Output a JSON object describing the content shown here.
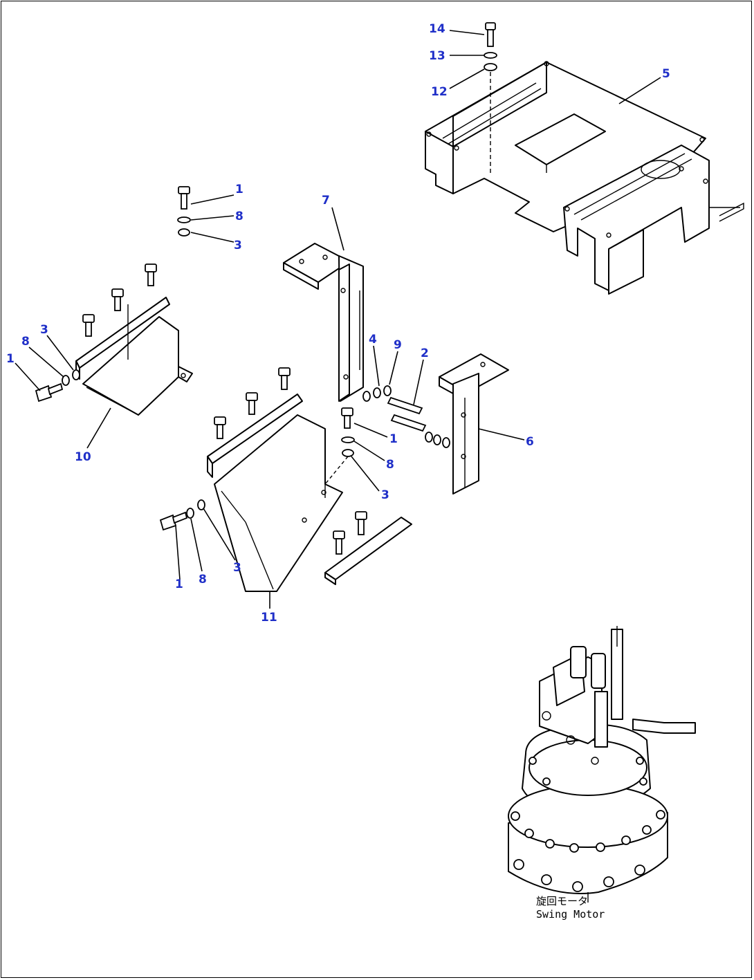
{
  "diagram": {
    "callout_color": "#1f2fc8",
    "callouts": [
      {
        "id": "c14",
        "label": "14"
      },
      {
        "id": "c13",
        "label": "13"
      },
      {
        "id": "c12",
        "label": "12"
      },
      {
        "id": "c5",
        "label": "5"
      },
      {
        "id": "c1a",
        "label": "1"
      },
      {
        "id": "c8a",
        "label": "8"
      },
      {
        "id": "c3a",
        "label": "3"
      },
      {
        "id": "c7",
        "label": "7"
      },
      {
        "id": "c8b",
        "label": "8"
      },
      {
        "id": "c3b",
        "label": "3"
      },
      {
        "id": "c1b",
        "label": "1"
      },
      {
        "id": "c10",
        "label": "10"
      },
      {
        "id": "c4",
        "label": "4"
      },
      {
        "id": "c9",
        "label": "9"
      },
      {
        "id": "c2",
        "label": "2"
      },
      {
        "id": "c6",
        "label": "6"
      },
      {
        "id": "c1c",
        "label": "1"
      },
      {
        "id": "c8c",
        "label": "8"
      },
      {
        "id": "c3c",
        "label": "3"
      },
      {
        "id": "c1d",
        "label": "1"
      },
      {
        "id": "c8d",
        "label": "8"
      },
      {
        "id": "c3d",
        "label": "3"
      },
      {
        "id": "c11",
        "label": "11"
      }
    ],
    "swing_motor": {
      "caption_jp": "旋回モータ",
      "caption_en": "Swing Motor"
    }
  }
}
